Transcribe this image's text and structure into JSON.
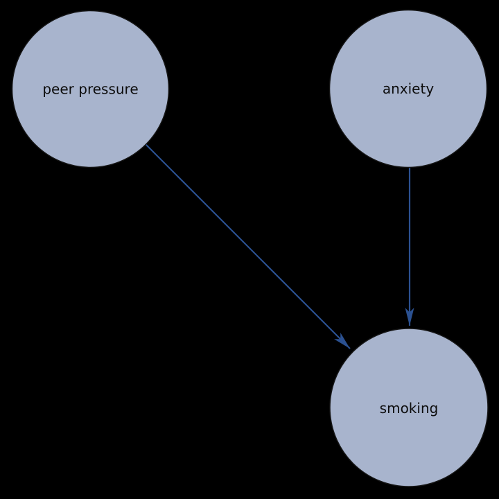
{
  "diagram": {
    "type": "causal-dag",
    "colors": {
      "background": "#000000",
      "node_fill": "#a8b4cd",
      "node_outline": "#161616",
      "edge": "#2b5191",
      "label_text": "#0d0d0d"
    },
    "nodes": [
      {
        "id": "peer-pressure",
        "label": "peer pressure"
      },
      {
        "id": "anxiety",
        "label": "anxiety"
      },
      {
        "id": "smoking",
        "label": "smoking"
      }
    ],
    "edges": [
      {
        "from": "peer pressure",
        "to": "smoking"
      },
      {
        "from": "anxiety",
        "to": "smoking"
      }
    ]
  }
}
